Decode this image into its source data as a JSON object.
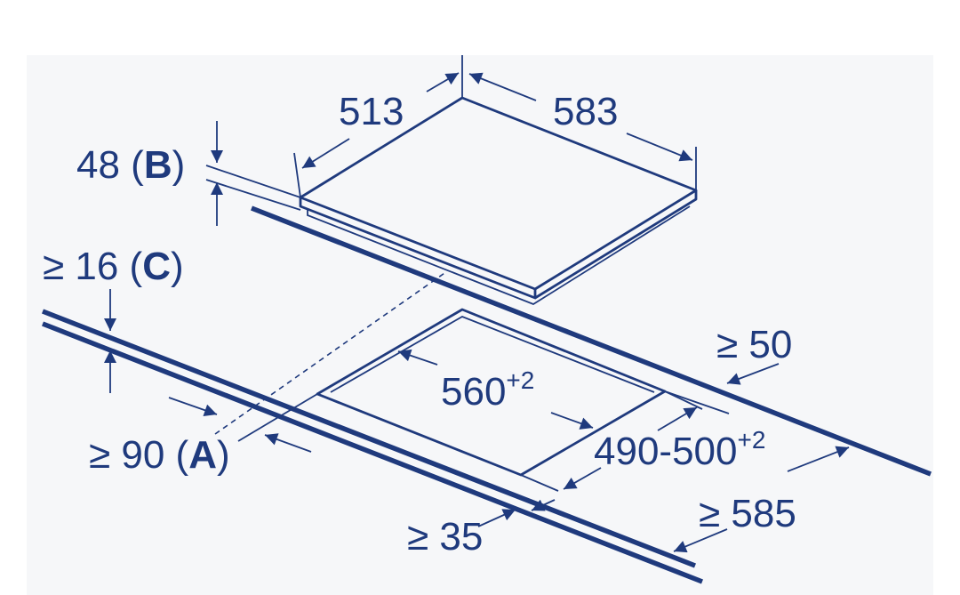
{
  "colors": {
    "ink": "#1f3a7d",
    "panel_background": "#f6f7f9",
    "page_background": "#ffffff"
  },
  "labels": {
    "depth": "513",
    "width": "583",
    "thickness_value": "48",
    "thickness_ref": "B",
    "worktop_min_value": "≥ 16",
    "worktop_min_ref": "C",
    "back_clearance": "≥ 50",
    "cutout_width_value": "560",
    "cutout_width_tol": "+2",
    "cutout_depth_value": "490-500",
    "cutout_depth_tol": "+2",
    "front_min_value": "≥ 90",
    "front_min_ref": "A",
    "front_edge": "≥ 35",
    "worktop_depth": "≥ 585"
  }
}
